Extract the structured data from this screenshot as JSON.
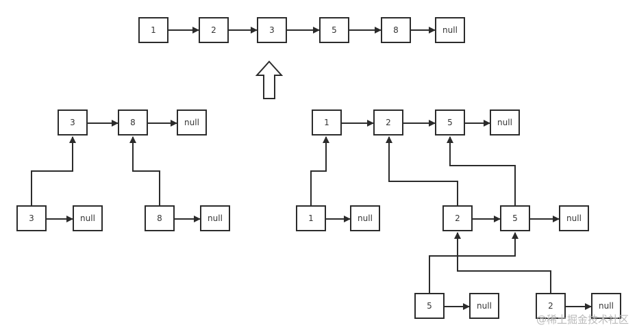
{
  "diagram": {
    "top_list": [
      "1",
      "2",
      "3",
      "5",
      "8",
      "null"
    ],
    "left_tree": {
      "list_a": [
        "3",
        "8",
        "null"
      ],
      "list_b": [
        "3",
        "null"
      ],
      "list_c": [
        "8",
        "null"
      ]
    },
    "right_tree": {
      "list_a": [
        "1",
        "2",
        "5",
        "null"
      ],
      "list_b": [
        "1",
        "null"
      ],
      "list_c": [
        "2",
        "5",
        "null"
      ],
      "list_d": [
        "5",
        "null"
      ],
      "list_e": [
        "2",
        "null"
      ]
    },
    "watermark": "@稀土掘金技术社区"
  },
  "colors": {
    "stroke": "#2b2b2b",
    "text": "#333333",
    "watermark": "#b9b9b9"
  }
}
